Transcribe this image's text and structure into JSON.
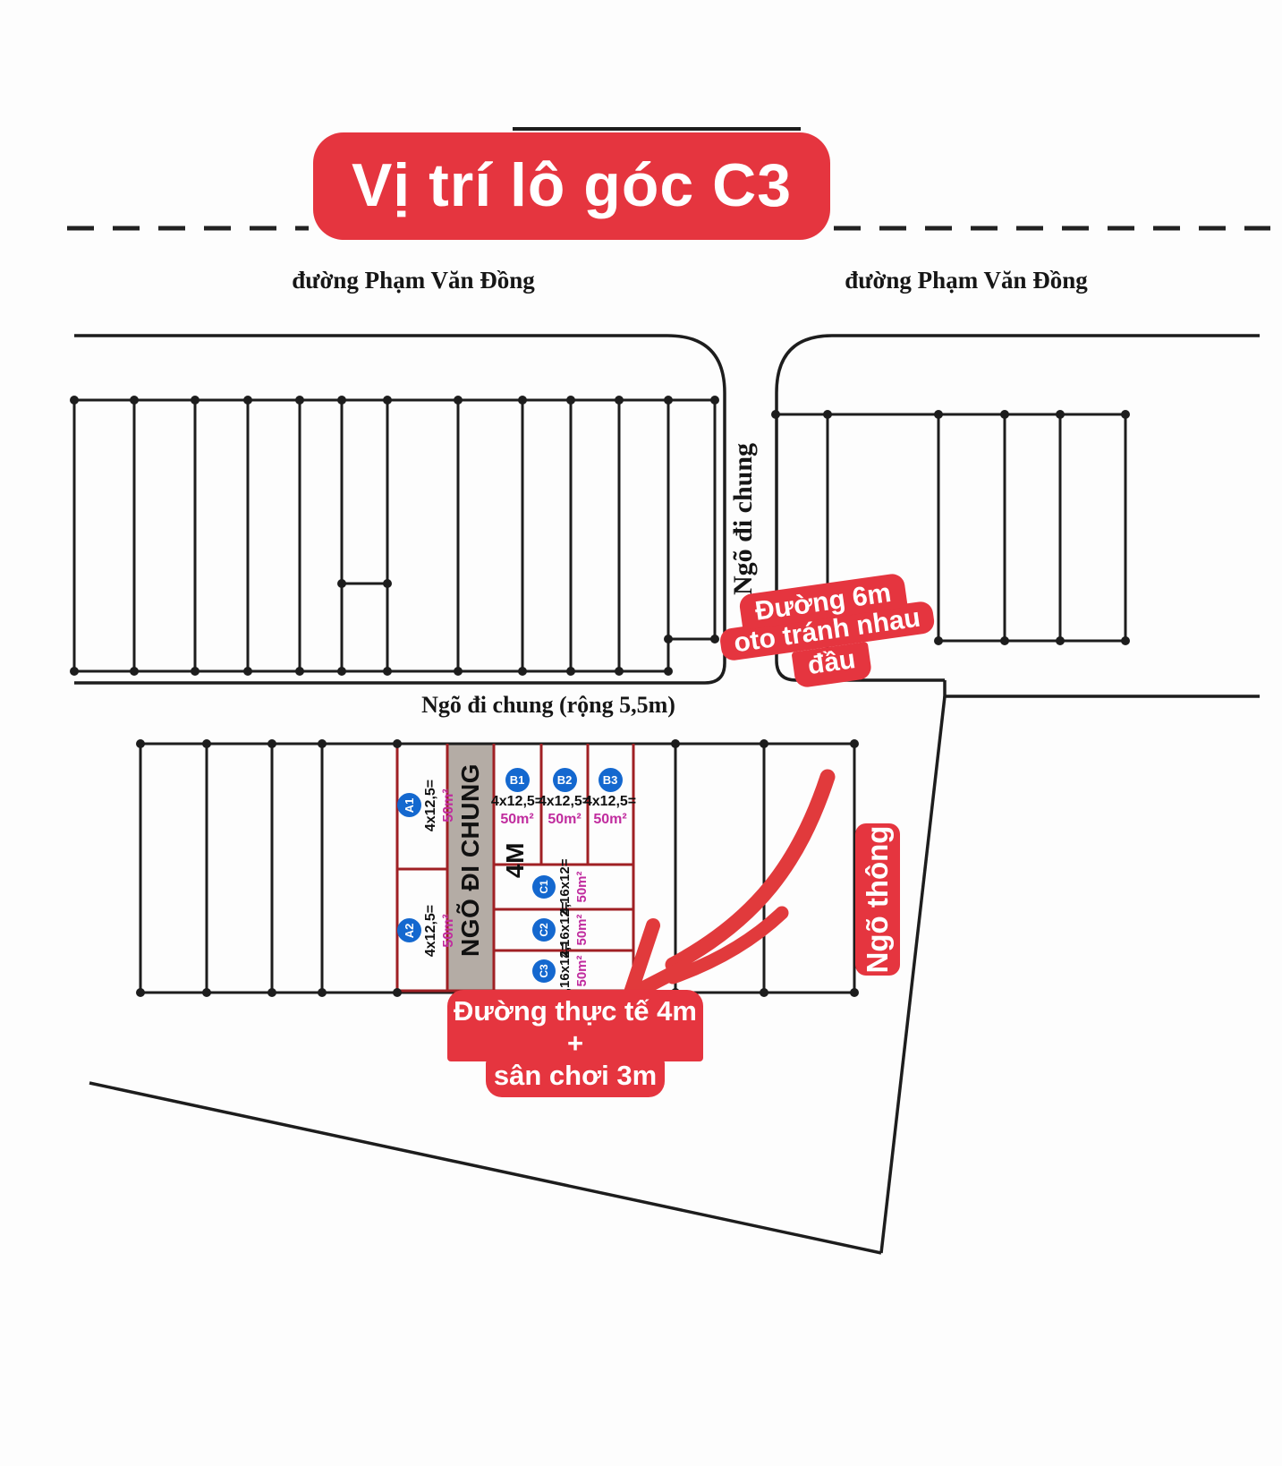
{
  "title": {
    "text": "Vị trí lô góc C3"
  },
  "streets": {
    "left": "đường Phạm Văn Đồng",
    "right": "đường Phạm Văn Đồng"
  },
  "alleys": {
    "vertical": "Ngõ đi chung",
    "horizontal": "Ngõ đi chung (rộng 5,5m)",
    "strip": "NGÕ ĐI CHUNG 4M"
  },
  "badges": {
    "road6m": {
      "line1": "Đường 6m",
      "line2": "oto tránh nhau",
      "line3": "đầu"
    },
    "ngoThong": "Ngõ thông",
    "realRoad": {
      "line1": "Đường thực tế 4m +",
      "line2": "sân chơi 3m"
    }
  },
  "lots": {
    "A1": {
      "id": "A1",
      "dims": "4x12,5=",
      "area": "50m²"
    },
    "A2": {
      "id": "A2",
      "dims": "4x12,5=",
      "area": "50m²"
    },
    "B1": {
      "id": "B1",
      "dims": "4x12,5=",
      "area": "50m²"
    },
    "B2": {
      "id": "B2",
      "dims": "4x12,5=",
      "area": "50m²"
    },
    "B3": {
      "id": "B3",
      "dims": "4x12,5=",
      "area": "50m²"
    },
    "C1": {
      "id": "C1",
      "dims": "4,16x12=",
      "area": "50m²"
    },
    "C2": {
      "id": "C2",
      "dims": "4,16x12=",
      "area": "50m²"
    },
    "C3": {
      "id": "C3",
      "dims": "4,16x12=",
      "area": "50m²"
    }
  },
  "colors": {
    "accent_red": "#e5353f",
    "lot_line_red": "#a02024",
    "strip_gray": "#b4aca5",
    "badge_blue": "#1468cf",
    "area_magenta": "#c02b9e",
    "line_black": "#1d1d1d"
  }
}
